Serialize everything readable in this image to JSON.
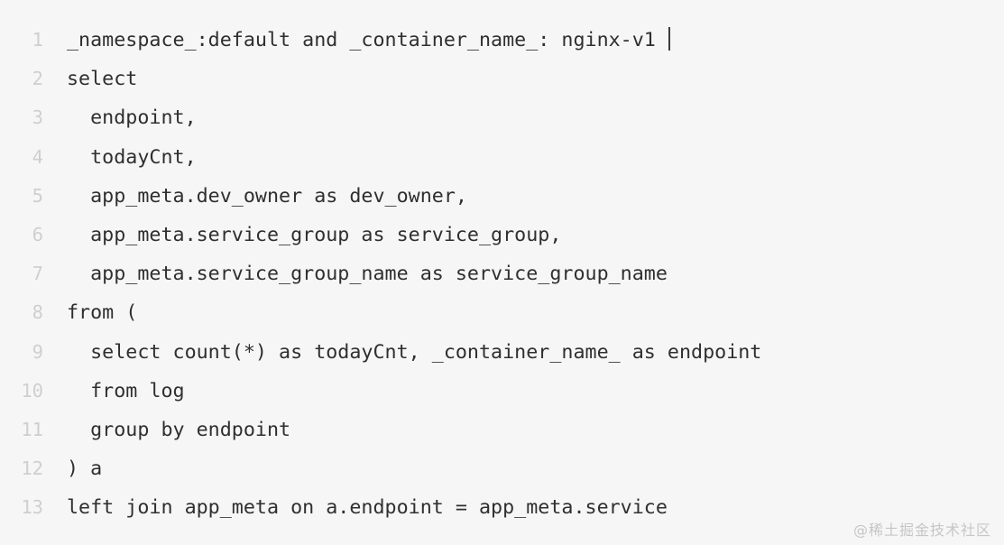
{
  "editor": {
    "language": "sql",
    "background_color": "#f6f6f6",
    "text_color": "#2f2f2f",
    "gutter_color": "#cfcfcf",
    "caret_color": "#3b3b3b",
    "caret_line": 1,
    "lines": [
      {
        "number": "1",
        "text": "_namespace_:default and _container_name_: nginx-v1 "
      },
      {
        "number": "2",
        "text": "select"
      },
      {
        "number": "3",
        "text": "  endpoint,"
      },
      {
        "number": "4",
        "text": "  todayCnt,"
      },
      {
        "number": "5",
        "text": "  app_meta.dev_owner as dev_owner,"
      },
      {
        "number": "6",
        "text": "  app_meta.service_group as service_group,"
      },
      {
        "number": "7",
        "text": "  app_meta.service_group_name as service_group_name"
      },
      {
        "number": "8",
        "text": "from ("
      },
      {
        "number": "9",
        "text": "  select count(*) as todayCnt, _container_name_ as endpoint"
      },
      {
        "number": "10",
        "text": "  from log"
      },
      {
        "number": "11",
        "text": "  group by endpoint"
      },
      {
        "number": "12",
        "text": ") a"
      },
      {
        "number": "13",
        "text": "left join app_meta on a.endpoint = app_meta.service"
      }
    ]
  },
  "watermark": {
    "text": "@稀土掘金技术社区"
  }
}
